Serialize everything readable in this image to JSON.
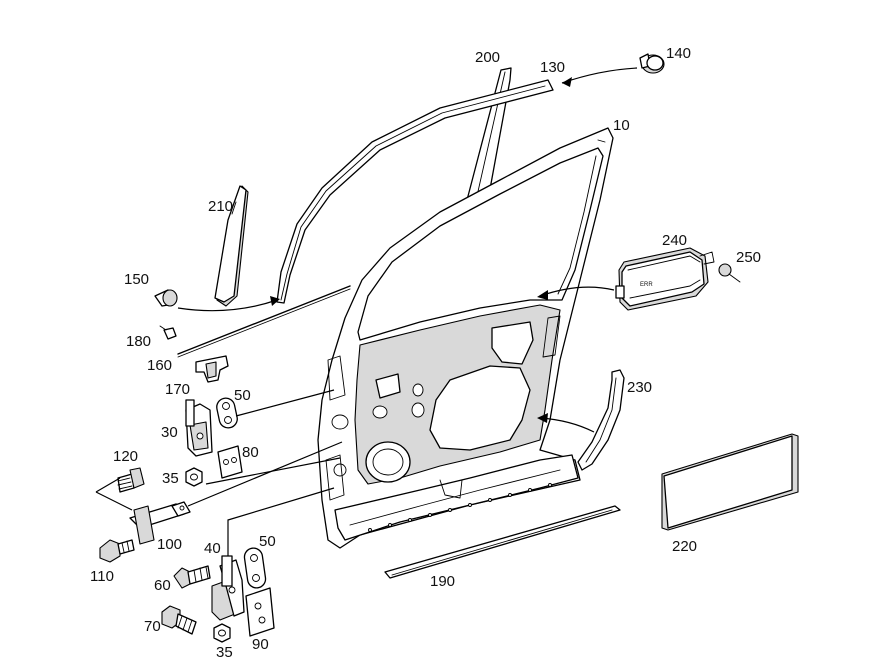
{
  "diagram": {
    "parts": [
      {
        "id": "door-shell",
        "label": "10"
      },
      {
        "id": "glass-channel",
        "label": "130"
      },
      {
        "id": "clip-140",
        "label": "140"
      },
      {
        "id": "guide-rail",
        "label": "200"
      },
      {
        "id": "triangle-cover",
        "label": "210"
      },
      {
        "id": "clip-150",
        "label": "150"
      },
      {
        "id": "screw-180",
        "label": "180"
      },
      {
        "id": "rod-160",
        "label": "160"
      },
      {
        "id": "bracket-170",
        "label": "170"
      },
      {
        "id": "plate-50-upper",
        "label": "50"
      },
      {
        "id": "hinge-30",
        "label": "30"
      },
      {
        "id": "plate-80",
        "label": "80"
      },
      {
        "id": "nut-35-upper",
        "label": "35"
      },
      {
        "id": "bolt-120",
        "label": "120"
      },
      {
        "id": "check-strap-100",
        "label": "100"
      },
      {
        "id": "bolt-110",
        "label": "110"
      },
      {
        "id": "hinge-40",
        "label": "40"
      },
      {
        "id": "plate-50-lower",
        "label": "50"
      },
      {
        "id": "bolt-60",
        "label": "60"
      },
      {
        "id": "bolt-70",
        "label": "70"
      },
      {
        "id": "nut-35-lower",
        "label": "35"
      },
      {
        "id": "plate-90",
        "label": "90"
      },
      {
        "id": "control-unit-240",
        "label": "240"
      },
      {
        "id": "clip-250",
        "label": "250"
      },
      {
        "id": "seal-230",
        "label": "230"
      },
      {
        "id": "panel-220",
        "label": "220"
      },
      {
        "id": "sill-strip-190",
        "label": "190"
      }
    ],
    "control_unit_marking": "ERR"
  }
}
